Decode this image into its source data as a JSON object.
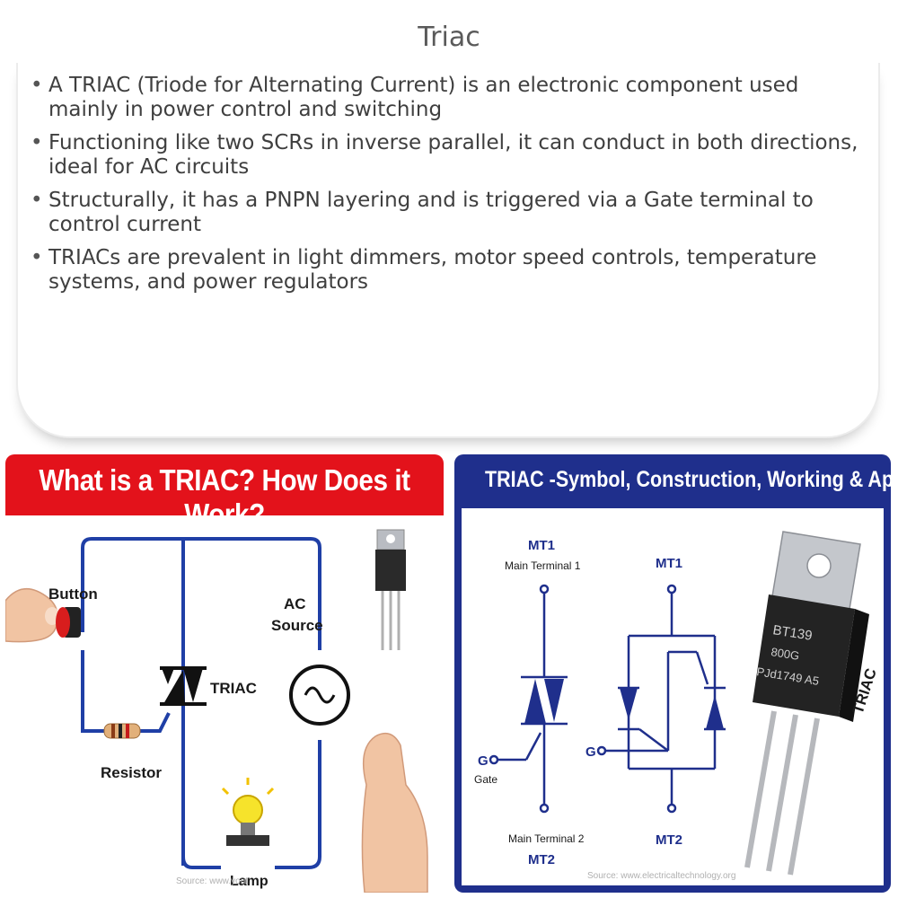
{
  "title": "Triac",
  "bullets": [
    "A TRIAC (Triode for Alternating Current) is an electronic component used mainly in power control and switching",
    "Functioning like two SCRs in inverse parallel, it can conduct in both directions, ideal for AC circuits",
    "Structurally, it has a PNPN layering and is triggered via a Gate terminal to control current",
    "TRIACs are prevalent in light dimmers, motor speed controls, temperature systems, and power regulators"
  ],
  "left_panel": {
    "banner": "What is a TRIAC? How Does it Work?",
    "labels": {
      "button": "Button",
      "ac_line1": "AC",
      "ac_line2": "Source",
      "triac": "TRIAC",
      "resistor": "Resistor",
      "lamp": "Lamp",
      "source": "Source: www.yout"
    }
  },
  "right_panel": {
    "banner": "TRIAC -Symbol, Construction, Working & Applications",
    "labels": {
      "mt1": "MT1",
      "main_terminal_1": "Main Terminal 1",
      "g": "G",
      "gate": "Gate",
      "main_terminal_2": "Main Terminal 2",
      "mt2": "MT2",
      "mt1_b": "MT1",
      "g_b": "G",
      "mt2_b": "MT2",
      "chip_line1": "BT139",
      "chip_line2": "800G",
      "chip_line3": "PJd1749 A5",
      "triac_side": "TRIAC",
      "source": "Source: www.electricaltechnology.org"
    }
  },
  "colors": {
    "wire_blue": "#1f3fa6",
    "red_banner": "#e3121b",
    "navy": "#1f2f8c"
  }
}
